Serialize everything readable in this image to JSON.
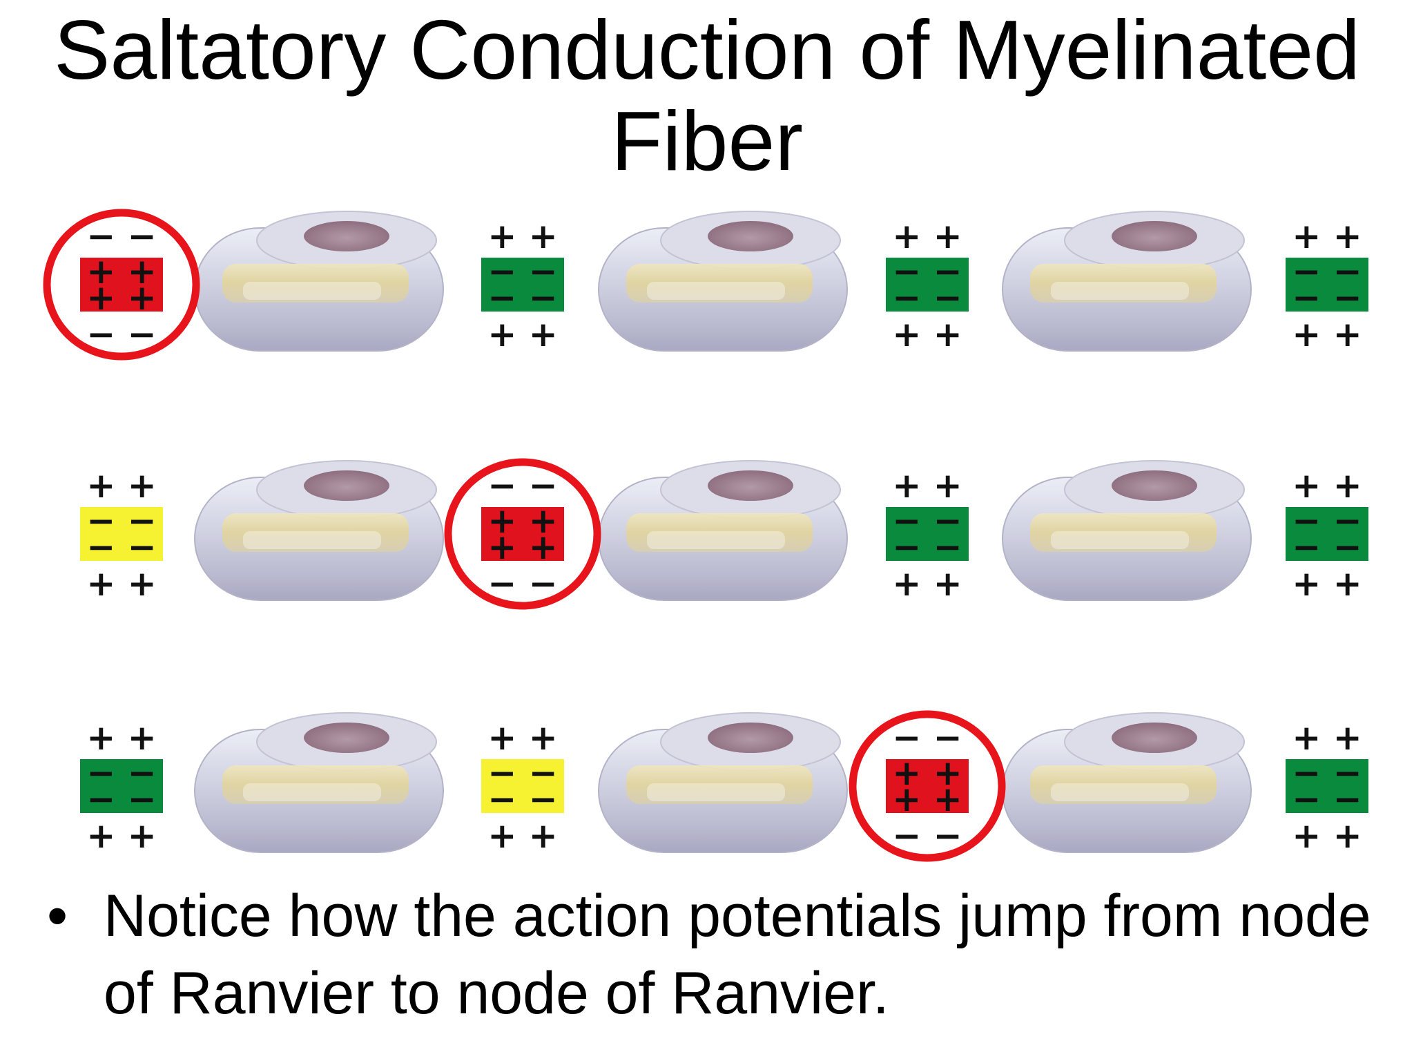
{
  "title": {
    "line1": "Saltatory Conduction of Myelinated",
    "line2": "Fiber"
  },
  "bullet": {
    "marker": "•",
    "text": "Notice how the action potentials jump from node of Ranvier to node of Ranvier."
  },
  "colors": {
    "active_node": "#e0121e",
    "resting_node": "#0a8a3c",
    "refractory_node": "#f7f231",
    "highlight_circle": "#e8141c",
    "myelin_sheath": "#cfd0e0",
    "axon_core": "#e8dcaa",
    "schwann_nucleus": "#9a7c8c"
  },
  "symbols": {
    "outside_rest": "+ +",
    "inside_rest": "− −",
    "outside_active": "− −",
    "inside_active": "+ +"
  },
  "rows": [
    {
      "nodes": [
        "active",
        "resting",
        "resting",
        "resting"
      ],
      "highlighted_node": 0
    },
    {
      "nodes": [
        "refractory",
        "active",
        "resting",
        "resting"
      ],
      "highlighted_node": 1
    },
    {
      "nodes": [
        "resting",
        "refractory",
        "active",
        "resting"
      ],
      "highlighted_node": 2
    }
  ]
}
